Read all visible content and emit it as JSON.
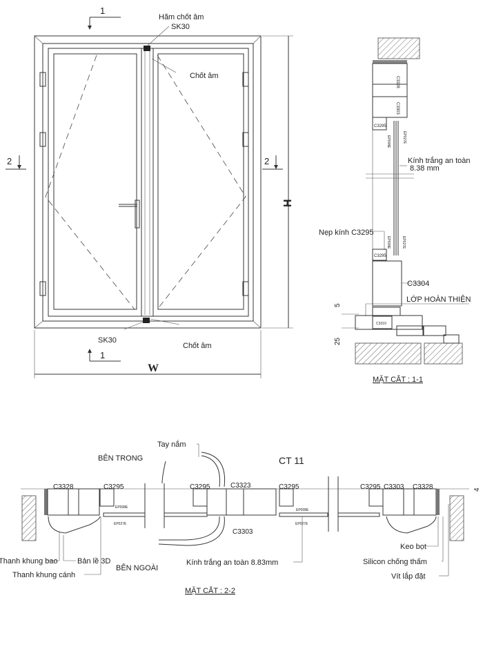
{
  "elevation": {
    "top_lock_label": "Hãm chốt âm",
    "top_lock_code": "SK30",
    "top_bolt_label": "Chốt âm",
    "bottom_lock_code": "SK30",
    "bottom_bolt_label": "Chốt âm",
    "height_label": "H",
    "width_label": "W",
    "section_1_top": "1",
    "section_1_bottom": "1",
    "section_2_left": "2",
    "section_2_right": "2"
  },
  "section_1_1": {
    "title": "MẶT CẮT : 1-1",
    "glass_label_line1": "Kính trắng an toàn",
    "glass_label_line2": "8.38 mm",
    "bead_label": "Nẹp kính C3295",
    "sill_profile": "C3304",
    "finish_layer": "LỚP HOÀN THIỆN",
    "dim_5": "5",
    "dim_25": "25",
    "profile_codes": [
      "C3328",
      "C3303",
      "C3295",
      "EP008E",
      "EP027E",
      "C3295",
      "EP008E",
      "EP027E",
      "C3319"
    ]
  },
  "section_2_2": {
    "title": "MẶT CẮT : 2-2",
    "code": "CT 11",
    "inside": "BÊN TRONG",
    "outside": "BÊN NGOÀI",
    "handle": "Tay nắm",
    "profiles": {
      "left_frame": "C3328",
      "left_bead": "C3295",
      "mid_bead_left": "C3295",
      "mid_mullion": "C3323",
      "mid_bead_right": "C3295",
      "mid_lower": "C3303",
      "right_bead": "C3295",
      "right_sash": "C3303",
      "right_frame": "C3328",
      "gasket_in": "EP008E",
      "gasket_out": "EP027E"
    },
    "labels": {
      "frame_bar": "Thanh khung bao",
      "hinge": "Bản lề 3D",
      "sash_bar": "Thanh khung cánh",
      "glass": "Kính trắng an toàn 8.83mm",
      "foam": "Keo bọt",
      "silicone": "Silicon chống thấm",
      "screw": "Vít lắp đặt"
    },
    "dim_4": "4"
  }
}
